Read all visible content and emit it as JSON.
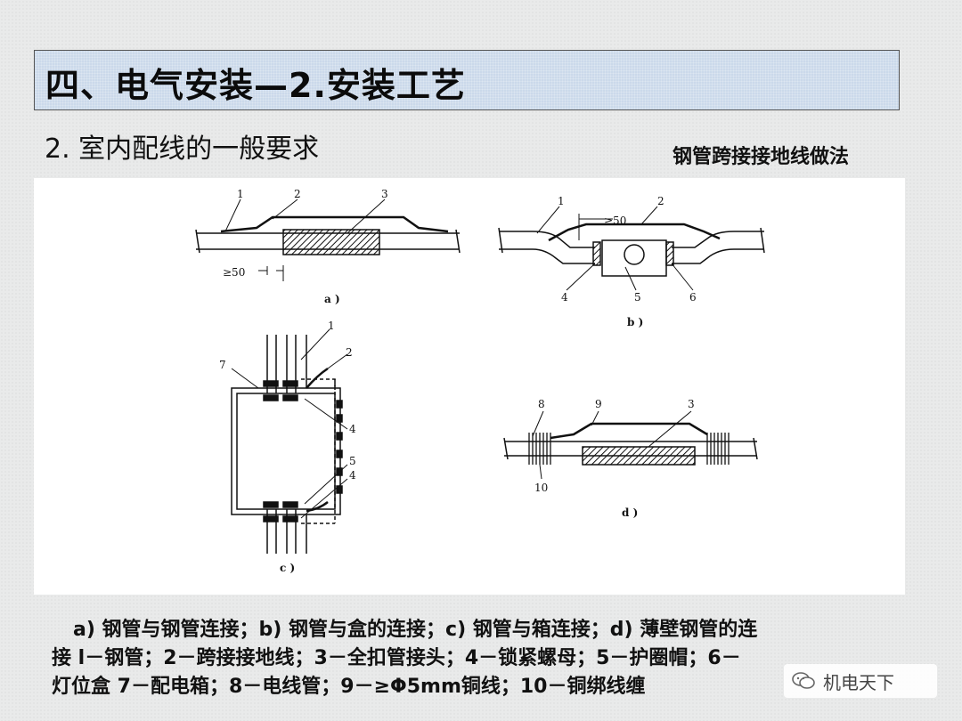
{
  "slide": {
    "title": "四、电气安装—2.安装工艺",
    "subheading": "2. 室内配线的一般要求",
    "caption_right": "钢管跨接接地线做法"
  },
  "diagram": {
    "labels_a": [
      "1",
      "2",
      "3",
      "≥50",
      "a )"
    ],
    "labels_b": [
      "1",
      "≥50",
      "2",
      "4",
      "5",
      "6",
      "b )"
    ],
    "labels_c": [
      "1",
      "2",
      "7",
      "4",
      "5",
      "4",
      "c )"
    ],
    "labels_d": [
      "8",
      "9",
      "3",
      "10",
      "d )"
    ]
  },
  "legend": {
    "line1": "a) 钢管与钢管连接；b) 钢管与盒的连接；c) 钢管与箱连接；d) 薄壁钢管的连",
    "line2": "接  l－钢管；2－跨接接地线；3－全扣管接头；4－锁紧螺母；5－护圈帽；6－",
    "line3": "灯位盒  7－配电箱；8－电线管；9－≥Φ5mm铜线；10－铜绑线缠"
  },
  "watermark": {
    "text": "机电天下",
    "icon": "wechat-icon"
  }
}
